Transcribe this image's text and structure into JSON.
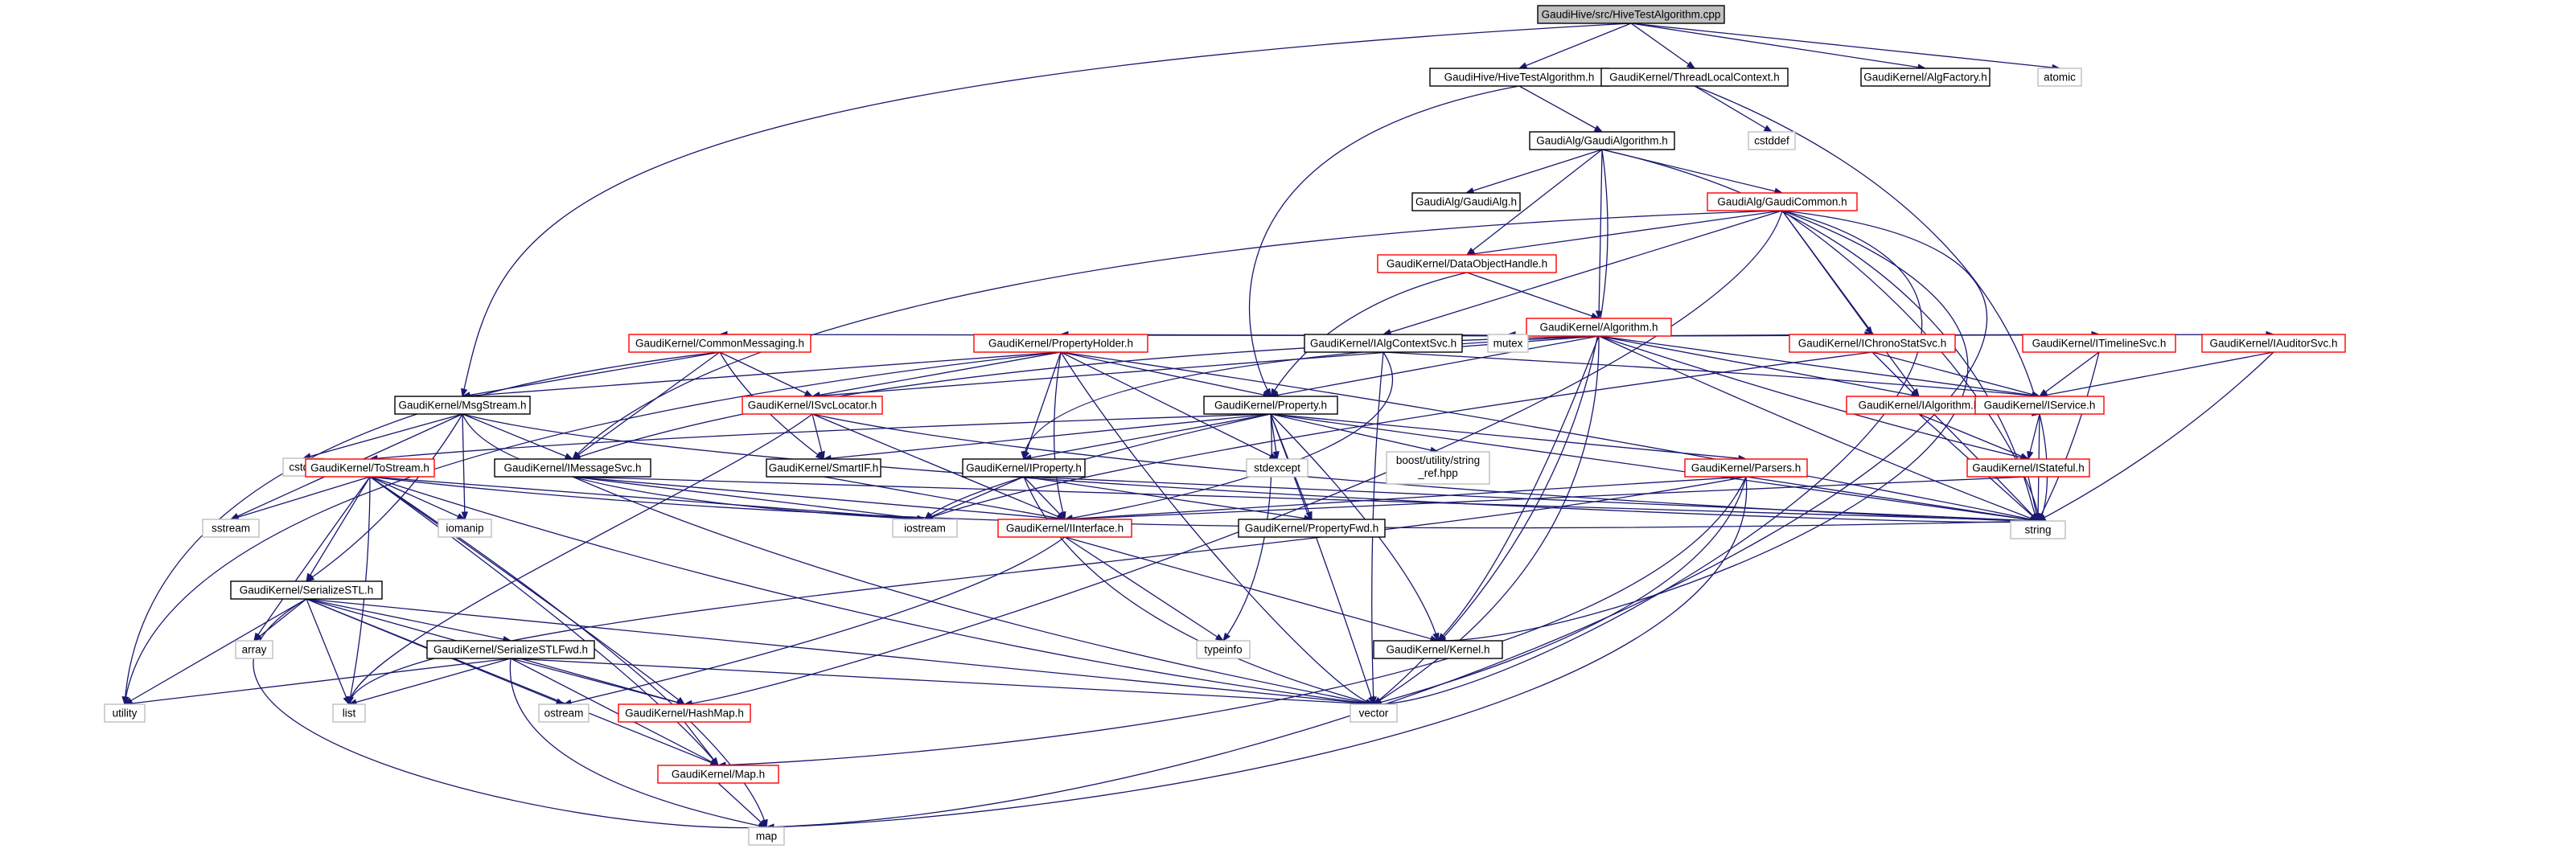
{
  "graph": {
    "colors": {
      "root_fill": "#bfbfbf",
      "root_border": "#000000",
      "normal_border": "#000000",
      "red_border": "#ff0000",
      "std_border": "#bfbfbf",
      "edge": "#191970"
    },
    "nodes": [
      {
        "id": "root",
        "label": "GaudiHive/src/HiveTestAlgorithm.cpp",
        "kind": "root"
      },
      {
        "id": "hta_h",
        "label": "GaudiHive/HiveTestAlgorithm.h",
        "kind": "normal"
      },
      {
        "id": "tlc",
        "label": "GaudiKernel/ThreadLocalContext.h",
        "kind": "normal"
      },
      {
        "id": "algfac",
        "label": "GaudiKernel/AlgFactory.h",
        "kind": "normal"
      },
      {
        "id": "atomic",
        "label": "atomic",
        "kind": "std"
      },
      {
        "id": "cstddef",
        "label": "cstddef",
        "kind": "std"
      },
      {
        "id": "gaudialgo",
        "label": "GaudiAlg/GaudiAlgorithm.h",
        "kind": "normal"
      },
      {
        "id": "gaudialg",
        "label": "GaudiAlg/GaudiAlg.h",
        "kind": "normal"
      },
      {
        "id": "gaudicommon",
        "label": "GaudiAlg/GaudiCommon.h",
        "kind": "red"
      },
      {
        "id": "dataobj",
        "label": "GaudiKernel/DataObjectHandle.h",
        "kind": "red"
      },
      {
        "id": "algorithm",
        "label": "GaudiKernel/Algorithm.h",
        "kind": "red"
      },
      {
        "id": "commsg",
        "label": "GaudiKernel/CommonMessaging.h",
        "kind": "red"
      },
      {
        "id": "propholder",
        "label": "GaudiKernel/PropertyHolder.h",
        "kind": "red"
      },
      {
        "id": "ialgctx",
        "label": "GaudiKernel/IAlgContextSvc.h",
        "kind": "normal"
      },
      {
        "id": "mutex",
        "label": "mutex",
        "kind": "std"
      },
      {
        "id": "ichrono",
        "label": "GaudiKernel/IChronoStatSvc.h",
        "kind": "red"
      },
      {
        "id": "itimeline",
        "label": "GaudiKernel/ITimelineSvc.h",
        "kind": "red"
      },
      {
        "id": "iauditor",
        "label": "GaudiKernel/IAuditorSvc.h",
        "kind": "red"
      },
      {
        "id": "msgstream",
        "label": "GaudiKernel/MsgStream.h",
        "kind": "normal"
      },
      {
        "id": "isvcloc",
        "label": "GaudiKernel/ISvcLocator.h",
        "kind": "red"
      },
      {
        "id": "property",
        "label": "GaudiKernel/Property.h",
        "kind": "normal"
      },
      {
        "id": "ialgorithm",
        "label": "GaudiKernel/IAlgorithm.h",
        "kind": "red"
      },
      {
        "id": "iservice",
        "label": "GaudiKernel/IService.h",
        "kind": "red"
      },
      {
        "id": "cstdio",
        "label": "cstdio",
        "kind": "std"
      },
      {
        "id": "tostream",
        "label": "GaudiKernel/ToStream.h",
        "kind": "red"
      },
      {
        "id": "imsgsvc",
        "label": "GaudiKernel/IMessageSvc.h",
        "kind": "normal"
      },
      {
        "id": "smartif",
        "label": "GaudiKernel/SmartIF.h",
        "kind": "normal"
      },
      {
        "id": "iproperty",
        "label": "GaudiKernel/IProperty.h",
        "kind": "normal"
      },
      {
        "id": "stdexcept",
        "label": "stdexcept",
        "kind": "std"
      },
      {
        "id": "boostref",
        "label": "boost/utility/string\n_ref.hpp",
        "kind": "std"
      },
      {
        "id": "parsers",
        "label": "GaudiKernel/Parsers.h",
        "kind": "red"
      },
      {
        "id": "istateful",
        "label": "GaudiKernel/IStateful.h",
        "kind": "red"
      },
      {
        "id": "sstream",
        "label": "sstream",
        "kind": "std"
      },
      {
        "id": "iomanip",
        "label": "iomanip",
        "kind": "std"
      },
      {
        "id": "iostream",
        "label": "iostream",
        "kind": "std"
      },
      {
        "id": "iinterface",
        "label": "GaudiKernel/IInterface.h",
        "kind": "red"
      },
      {
        "id": "propfwd",
        "label": "GaudiKernel/PropertyFwd.h",
        "kind": "normal"
      },
      {
        "id": "string",
        "label": "string",
        "kind": "std"
      },
      {
        "id": "serstl",
        "label": "GaudiKernel/SerializeSTL.h",
        "kind": "normal"
      },
      {
        "id": "array",
        "label": "array",
        "kind": "std"
      },
      {
        "id": "typeinfo",
        "label": "typeinfo",
        "kind": "std"
      },
      {
        "id": "kernel",
        "label": "GaudiKernel/Kernel.h",
        "kind": "normal"
      },
      {
        "id": "serstlfwd",
        "label": "GaudiKernel/SerializeSTLFwd.h",
        "kind": "normal"
      },
      {
        "id": "utility",
        "label": "utility",
        "kind": "std"
      },
      {
        "id": "list",
        "label": "list",
        "kind": "std"
      },
      {
        "id": "ostream",
        "label": "ostream",
        "kind": "std"
      },
      {
        "id": "hashmap",
        "label": "GaudiKernel/HashMap.h",
        "kind": "red"
      },
      {
        "id": "vector",
        "label": "vector",
        "kind": "std"
      },
      {
        "id": "gkmap",
        "label": "GaudiKernel/Map.h",
        "kind": "red"
      },
      {
        "id": "map",
        "label": "map",
        "kind": "std"
      }
    ]
  }
}
